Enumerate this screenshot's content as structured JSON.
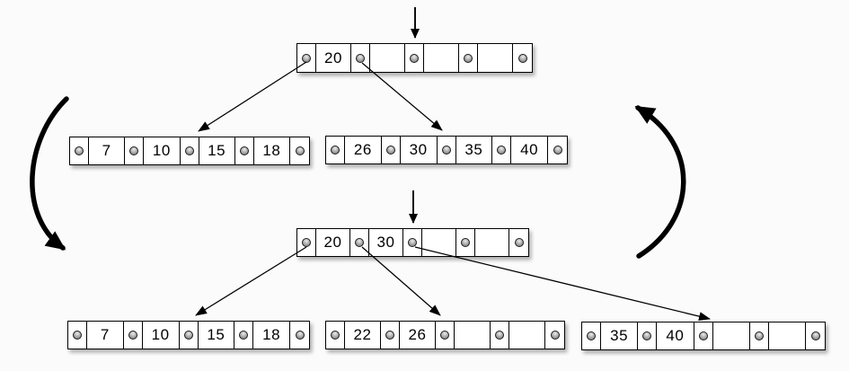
{
  "figure": {
    "title": "b-tree-node-split-diagram",
    "colors": {
      "background": "#fbfbfb",
      "node_fill": "#ffffff",
      "line": "#000000",
      "pointer_dot": "#9a9a9a"
    }
  },
  "nodes": {
    "root1": {
      "name": "btree-root-before-split",
      "keys": [
        "20",
        "",
        "",
        ""
      ]
    },
    "L1": {
      "name": "btree-child-left-before",
      "keys": [
        "7",
        "10",
        "15",
        "18"
      ]
    },
    "R1": {
      "name": "btree-child-right-before",
      "keys": [
        "26",
        "30",
        "35",
        "40"
      ]
    },
    "root2": {
      "name": "btree-root-after-split",
      "keys": [
        "20",
        "30",
        "",
        ""
      ]
    },
    "L2": {
      "name": "btree-child-left-after",
      "keys": [
        "7",
        "10",
        "15",
        "18"
      ]
    },
    "M2": {
      "name": "btree-child-middle-after",
      "keys": [
        "22",
        "26",
        "",
        ""
      ]
    },
    "R2": {
      "name": "btree-child-right-after",
      "keys": [
        "35",
        "40",
        "",
        ""
      ]
    }
  },
  "icons": {
    "insertion_cursor_top": "insertion-point-arrow",
    "insertion_cursor_bottom": "insertion-point-arrow",
    "transition_left": "curved-arrow-down",
    "transition_right": "curved-arrow-up",
    "pointer_dot": "pointer-dot-icon"
  }
}
